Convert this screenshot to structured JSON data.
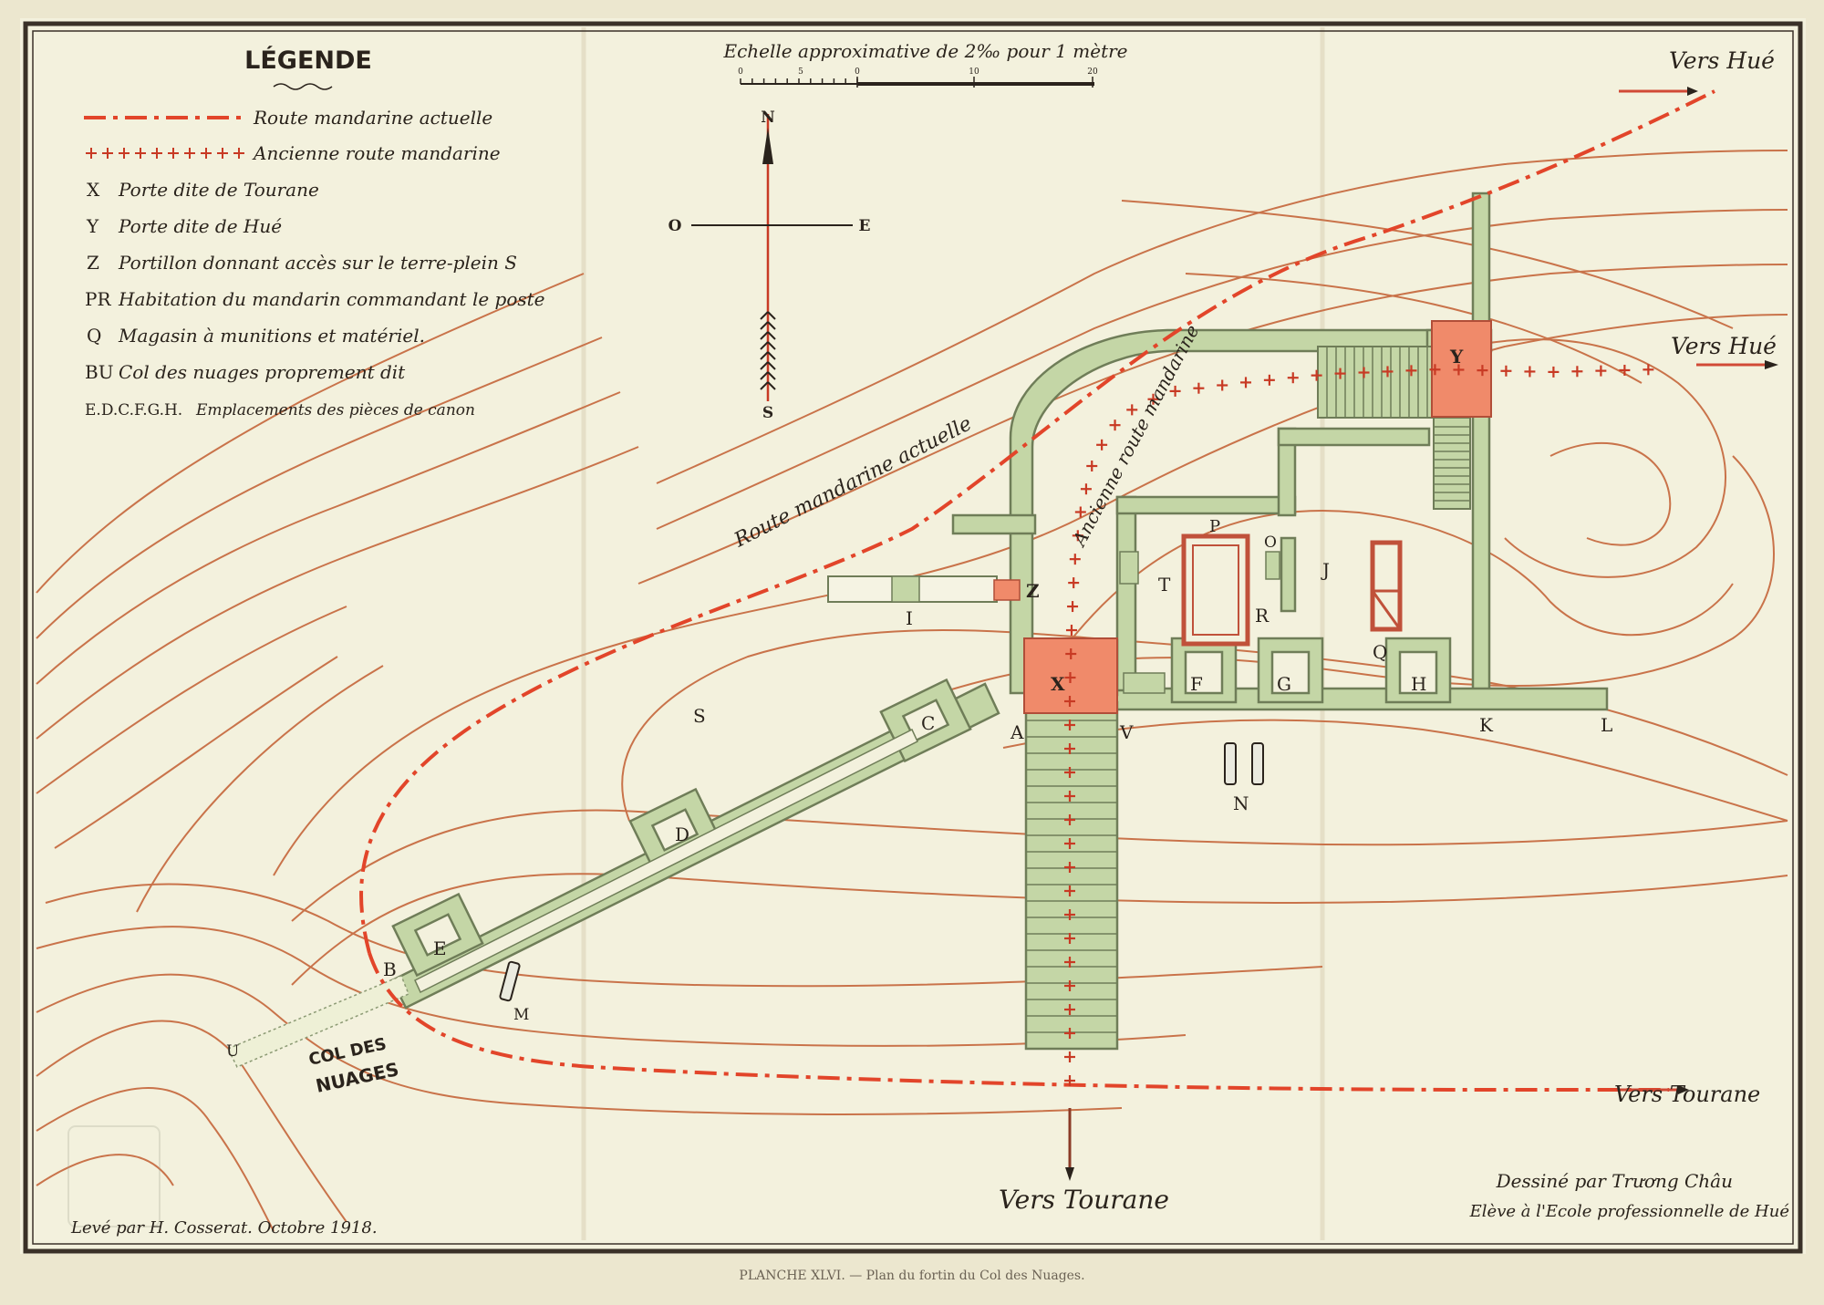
{
  "legend": {
    "title": "LÉGENDE",
    "items": [
      {
        "key": "",
        "text": "Route mandarine actuelle"
      },
      {
        "key": "",
        "text": "Ancienne route mandarine"
      },
      {
        "key": "X",
        "text": "Porte dite de Tourane"
      },
      {
        "key": "Y",
        "text": "Porte dite de Hué"
      },
      {
        "key": "Z",
        "text": "Portillon donnant accès sur le terre-plein S"
      },
      {
        "key": "PR",
        "text": "Habitation du mandarin commandant le poste"
      },
      {
        "key": "Q",
        "text": "Magasin à munitions et matériel."
      },
      {
        "key": "BU",
        "text": "Col des nuages proprement dit"
      },
      {
        "key": "E.D.C.F.G.H.",
        "text": "Emplacements des pièces de canon"
      }
    ]
  },
  "scale": {
    "title": "Echelle approximative de 2‰ pour 1 mètre",
    "ticks": [
      "0",
      "5",
      "0",
      "10",
      "20"
    ]
  },
  "compass": {
    "n": "N",
    "s": "S",
    "e": "E",
    "w": "O"
  },
  "routes": {
    "modern_label": "Route mandarine actuelle",
    "old_label": "Ancienne route mandarine"
  },
  "directions": {
    "hue_top": "Vers Hué",
    "hue_right": "Vers Hué",
    "tourane_right": "Vers Tourane",
    "tourane_bottom": "Vers Tourane"
  },
  "col_label": [
    "COL DES",
    "NUAGES"
  ],
  "points": {
    "A": "A",
    "B": "B",
    "C": "C",
    "D": "D",
    "E": "E",
    "F": "F",
    "G": "G",
    "H": "H",
    "I": "I",
    "J": "J",
    "K": "K",
    "L": "L",
    "M": "M",
    "N": "N",
    "O": "O",
    "P": "P",
    "Q": "Q",
    "R": "R",
    "S": "S",
    "T": "T",
    "U": "U",
    "V": "V",
    "X": "X",
    "Y": "Y",
    "Z": "Z"
  },
  "credits": {
    "surveyed": "Levé par H. Cosserat. Octobre 1918.",
    "drawn1": "Dessiné par Trương Châu",
    "drawn2": "Elève à l'Ecole professionnelle de Hué"
  },
  "caption": "PLANCHE XLVI. — Plan du fortin du Col des Nuages.",
  "colors": {
    "paper": "#f1efd9",
    "contour": "#c9734a",
    "road": "#e2452a",
    "wall": "#c4d6a6",
    "wall_stroke": "#6f7d58",
    "gate": "#f08a6a",
    "ink": "#2a231c"
  }
}
